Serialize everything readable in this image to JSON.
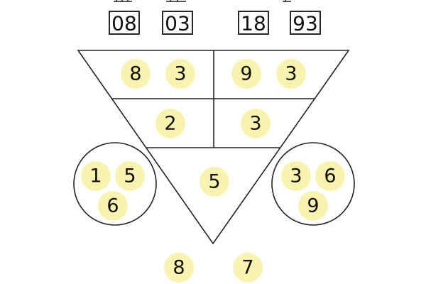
{
  "header_boxes": [
    "08",
    "03",
    "18",
    "93"
  ],
  "cells": {
    "top_left": [
      "8",
      "3"
    ],
    "top_right": [
      "9",
      "3"
    ],
    "middle_left": [
      "2"
    ],
    "middle_right": [
      "3"
    ],
    "bottom": [
      "5"
    ]
  },
  "circles": {
    "left": [
      "1",
      "5",
      "6"
    ],
    "right": [
      "3",
      "6",
      "9"
    ]
  },
  "bottom_numbers": [
    "8",
    "7"
  ],
  "colors": {
    "token_fill": "#f8f3b0",
    "line": "#222222"
  }
}
